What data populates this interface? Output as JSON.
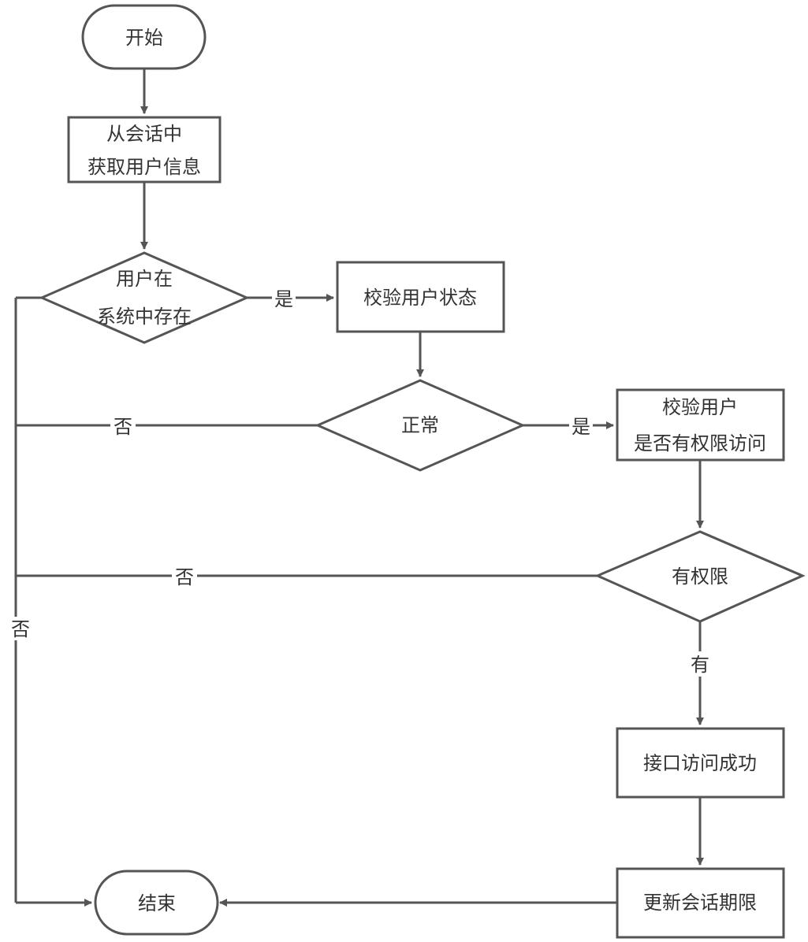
{
  "diagram": {
    "nodes": {
      "start": {
        "lines": [
          "开始"
        ]
      },
      "get_info": {
        "lines": [
          "从会话中",
          "获取用户信息"
        ]
      },
      "user_exists": {
        "lines": [
          "用户在",
          "系统中存在"
        ]
      },
      "check_status": {
        "lines": [
          "校验用户状态"
        ]
      },
      "normal": {
        "lines": [
          "正常"
        ]
      },
      "check_permission": {
        "lines": [
          "校验用户",
          "是否有权限访问"
        ]
      },
      "has_permission": {
        "lines": [
          "有权限"
        ]
      },
      "access_success": {
        "lines": [
          "接口访问成功"
        ]
      },
      "update_session": {
        "lines": [
          "更新会话期限"
        ]
      },
      "end": {
        "lines": [
          "结束"
        ]
      }
    },
    "edge_labels": {
      "exists_yes": "是",
      "normal_yes": "是",
      "normal_no": "否",
      "permission_no": "否",
      "left_no": "否",
      "permission_yes": "有"
    }
  }
}
